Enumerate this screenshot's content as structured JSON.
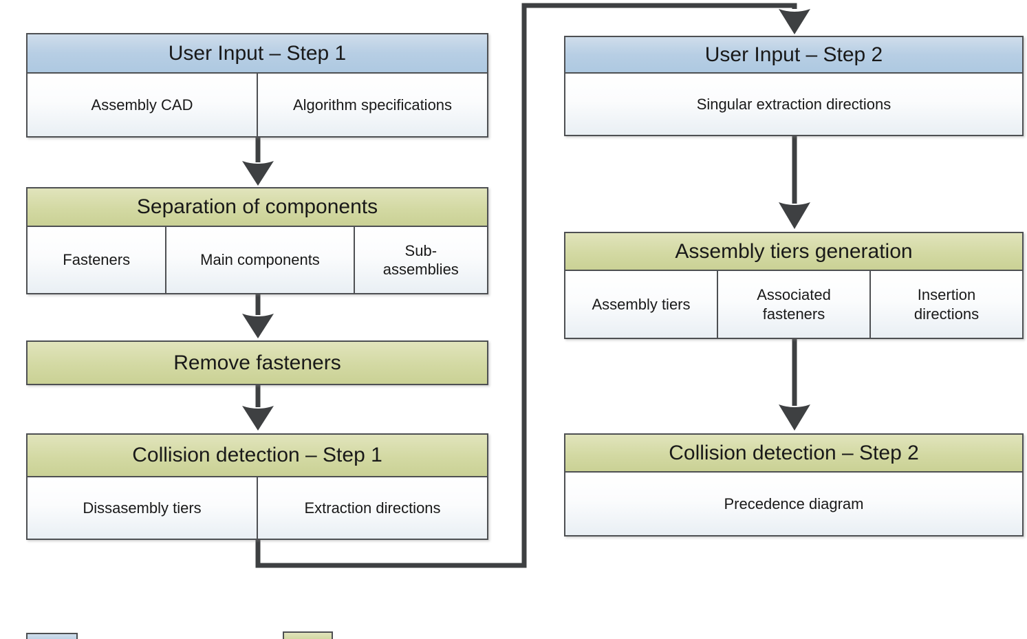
{
  "colors": {
    "header_blue": "#b7cee4",
    "header_green": "#d3d9a3",
    "cell_top": "#ffffff",
    "cell_bottom": "#e9eff4",
    "border": "#4d4f52",
    "arrow": "#3e4042"
  },
  "flowchart": {
    "left": [
      {
        "header": "User Input – Step 1",
        "style": "blue",
        "cells": [
          "Assembly CAD",
          "Algorithm specifications"
        ]
      },
      {
        "header": "Separation of components",
        "style": "green",
        "cells": [
          "Fasteners",
          "Main components",
          "Sub-assemblies"
        ]
      },
      {
        "header": "Remove fasteners",
        "style": "green",
        "cells": []
      },
      {
        "header": "Collision detection – Step 1",
        "style": "green",
        "cells": [
          "Dissasembly tiers",
          "Extraction directions"
        ]
      }
    ],
    "right": [
      {
        "header": "User Input – Step 2",
        "style": "blue",
        "cells": [
          "Singular extraction directions"
        ]
      },
      {
        "header": "Assembly tiers generation",
        "style": "green",
        "cells": [
          "Assembly tiers",
          "Associated fasteners",
          "Insertion directions"
        ]
      },
      {
        "header": "Collision detection – Step 2",
        "style": "green",
        "cells": [
          "Precedence diagram"
        ]
      }
    ],
    "legend": [
      {
        "name": "user-input-swatch",
        "style": "blue"
      },
      {
        "name": "process-swatch",
        "style": "green"
      }
    ]
  }
}
